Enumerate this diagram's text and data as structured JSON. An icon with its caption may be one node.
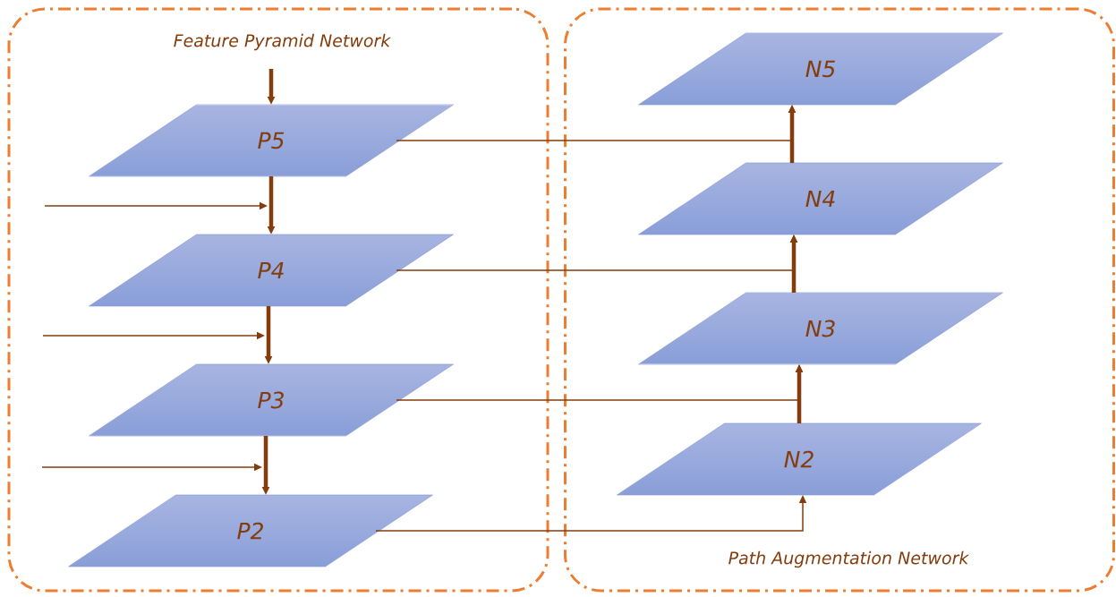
{
  "diagram": {
    "nodes": [
      {
        "text": [
          "Feature Pyramid Network"
        ]
      },
      {
        "text": [
          "P5"
        ],
        "in": 0
      },
      {
        "text": [
          "P4"
        ],
        "in": 0
      },
      {
        "text": [
          "P3"
        ],
        "in": 0
      },
      {
        "text": [
          "P2"
        ],
        "in": 0
      },
      {
        "text": [
          "Path Augmentation Network"
        ]
      },
      {
        "text": [
          "N5"
        ],
        "in": 5
      },
      {
        "text": [
          "N4"
        ],
        "in": 5
      },
      {
        "text": [
          "N3"
        ],
        "in": 5
      },
      {
        "text": [
          "N2"
        ],
        "in": 5
      }
    ],
    "edges": [
      {
        "from": null,
        "to": 1,
        "arrow": "to",
        "style": "thick"
      },
      {
        "from": 1,
        "to": 2,
        "arrow": "to",
        "style": "thick"
      },
      {
        "from": 2,
        "to": 3,
        "arrow": "to",
        "style": "thick"
      },
      {
        "from": 3,
        "to": 4,
        "arrow": "to",
        "style": "thick"
      },
      {
        "from": null,
        "to": 2,
        "arrow": "to"
      },
      {
        "from": null,
        "to": 3,
        "arrow": "to"
      },
      {
        "from": null,
        "to": 4,
        "arrow": "to"
      },
      {
        "from": 1,
        "to": 6,
        "arrow": "to"
      },
      {
        "from": 2,
        "to": 7,
        "arrow": "to"
      },
      {
        "from": 3,
        "to": 8,
        "arrow": "to"
      },
      {
        "from": 4,
        "to": 9,
        "arrow": "to"
      },
      {
        "from": 9,
        "to": 8,
        "arrow": "to",
        "style": "thick"
      },
      {
        "from": 8,
        "to": 7,
        "arrow": "to",
        "style": "thick"
      },
      {
        "from": 7,
        "to": 6,
        "arrow": "to",
        "style": "thick"
      }
    ]
  }
}
